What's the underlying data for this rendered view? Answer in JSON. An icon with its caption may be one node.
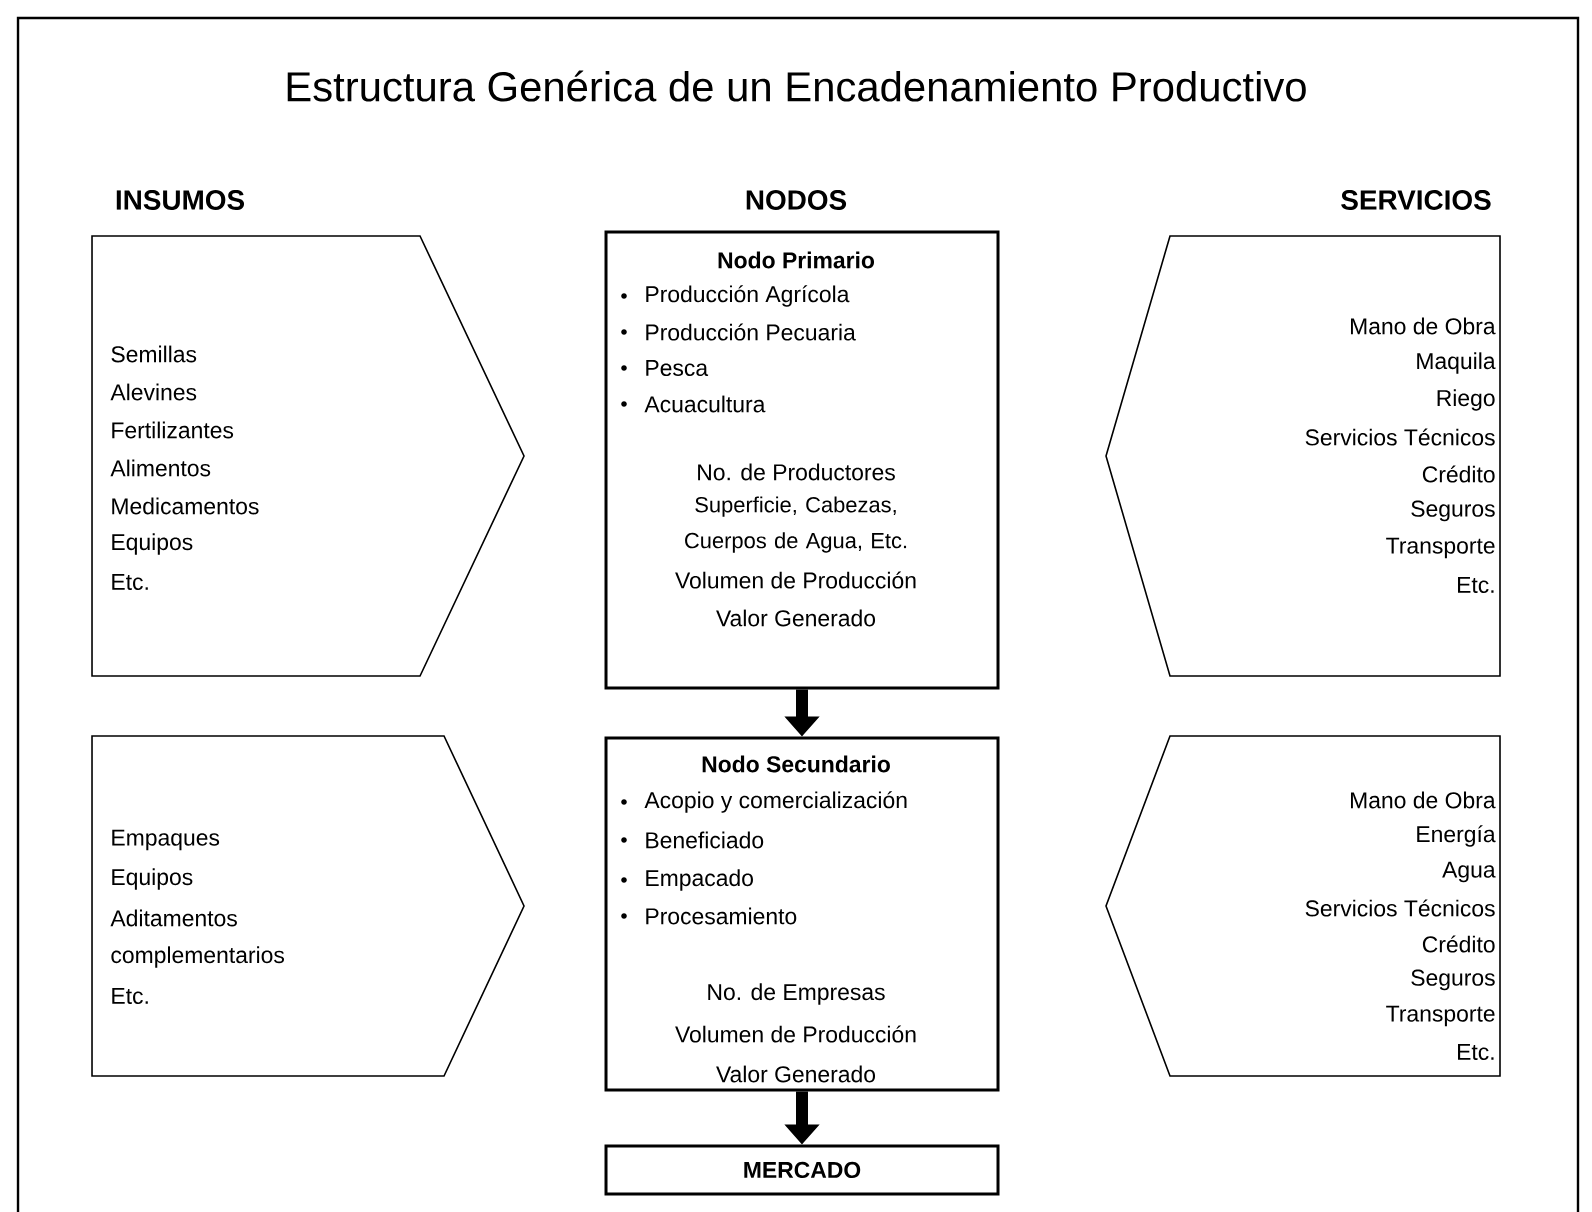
{
  "diagram": {
    "title": "Estructura Genérica de un Encadenamiento Productivo",
    "nodes": [
      {
        "text": [
          "Semillas",
          "Alevines",
          "Fertilizantes",
          "Alimentos",
          "Medicamentos",
          "Equipos",
          "Etc."
        ]
      },
      {
        "text": [
          "Nodo Primario",
          "Producción Agrícola",
          "Producción Pecuaria",
          "Pesca",
          "Acuacultura",
          "No. de Productores",
          "Superficie, Cabezas, Cuerpos de Agua, Etc.",
          "Volumen de Producción",
          "Valor Generado"
        ]
      },
      {
        "text": [
          "Mano de Obra",
          "Maquila",
          "Riego",
          "Servicios Técnicos",
          "Crédito",
          "Seguros",
          "Transporte",
          "Etc."
        ]
      },
      {
        "text": [
          "Empaques",
          "Equipos",
          "Aditamentos",
          "complementarios",
          "Etc."
        ]
      },
      {
        "text": [
          "Nodo Secundario",
          "Acopio y comercialización",
          "Beneficiado",
          "Empacado",
          "Procesamiento",
          "No. de Empresas",
          "Volumen de Producción",
          "Valor Generado"
        ]
      },
      {
        "text": [
          "Mano de Obra",
          "Energía",
          "Agua",
          "Servicios Técnicos",
          "Crédito",
          "Seguros",
          "Transporte",
          "Etc."
        ]
      },
      {
        "text": [
          "MERCADO"
        ]
      }
    ],
    "edges": [
      {
        "from": 1,
        "to": 4,
        "arrow": "to"
      },
      {
        "from": 4,
        "to": 6,
        "arrow": "to"
      }
    ],
    "labels": [
      "INSUMOS",
      "NODOS",
      "SERVICIOS"
    ]
  }
}
